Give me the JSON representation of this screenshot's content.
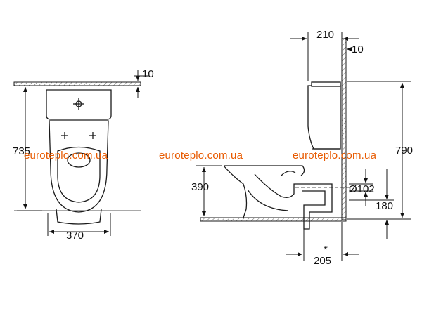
{
  "watermark": {
    "text": "euroteplo.com.ua",
    "color": "#e85a00"
  },
  "front_view": {
    "width_label": "370",
    "height_label": "735",
    "top_gap_label": "10"
  },
  "side_view": {
    "depth_label": "210",
    "wall_gap_label": "10",
    "height_label": "790",
    "seat_height_label": "390",
    "pipe_diameter_label": "Ø102",
    "outlet_height_label": "180",
    "outlet_distance_label": "205",
    "asterisk_label": "*"
  },
  "colors": {
    "line": "#1a1a1a",
    "hatch": "#555555"
  }
}
